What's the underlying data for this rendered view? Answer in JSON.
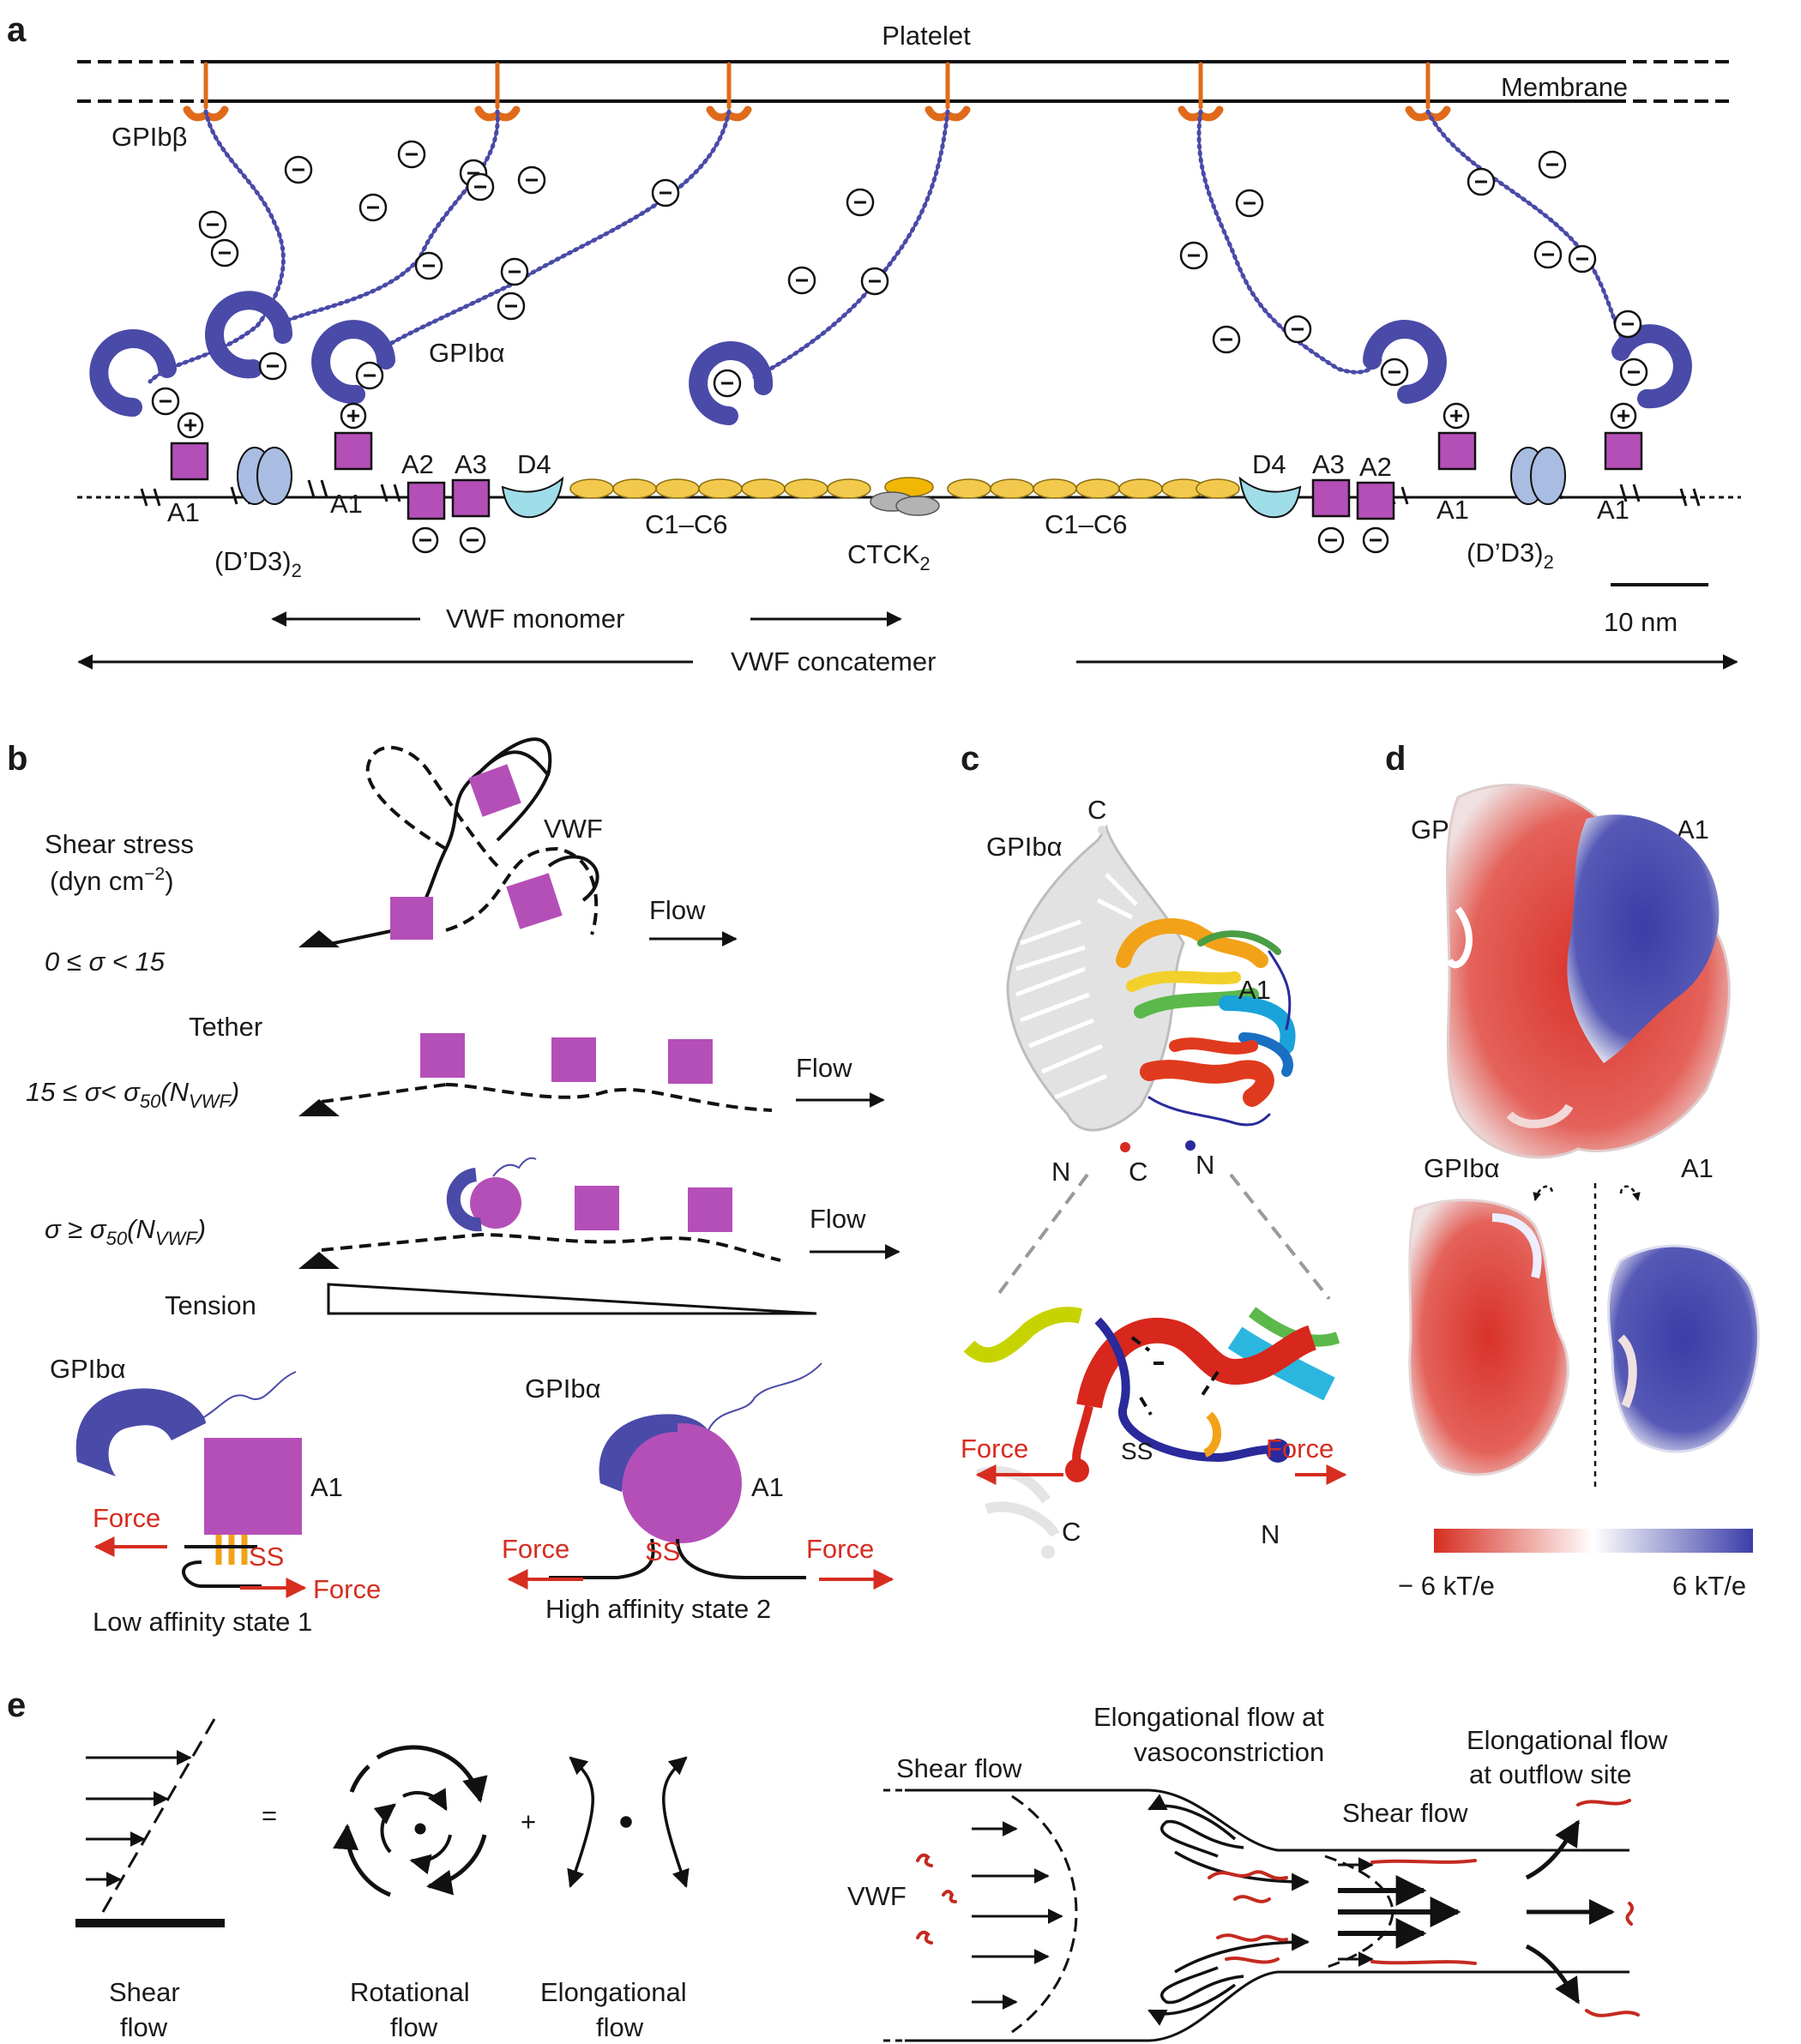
{
  "colors": {
    "gp_blue": "#4a4aa8",
    "vwf_magenta": "#b54fb8",
    "d_domain_blue": "#a9bde3",
    "d4_cyan": "#9fdde8",
    "c_domain_yellow": "#f2c94c",
    "ctck_grey": "#b3b3b3",
    "gpib_beta_orange": "#e06a1a",
    "force_red": "#d62d20",
    "disulfide_orange": "#f2a219",
    "negative_potential": "#d62d20",
    "positive_potential": "#3b3ea8"
  },
  "panel_a": {
    "letter": "a",
    "platelet": "Platelet",
    "membrane": "Membrane",
    "gpib_beta": "GPIbβ",
    "gpib_alpha": "GPIbα",
    "minus": "−",
    "plus": "+",
    "a1": "A1",
    "a2": "A2",
    "a3": "A3",
    "d4": "D4",
    "d3_dimer": "(D’D3)",
    "d3_sub": "2",
    "c1c6": "C1–C6",
    "ctck": "CTCK",
    "ctck_sub": "2",
    "scale": "10 nm",
    "vwf_monomer": "VWF monomer",
    "vwf_concatemer": "VWF concatemer"
  },
  "panel_b": {
    "letter": "b",
    "shear_title_1": "Shear stress",
    "shear_title_2": "(dyn cm",
    "shear_exp": "−2",
    "shear_close": ")",
    "vwf": "VWF",
    "flow": "Flow",
    "regime_1": "0 ≤ σ < 15",
    "tether": "Tether",
    "regime_2_pre": "15 ≤ σ< σ",
    "regime_2_sub": "50",
    "regime_2_post": "(N",
    "regime_2_vwf": "VWF",
    "regime_2_close": ")",
    "regime_3_pre": "σ ≥ σ",
    "regime_3_sub": "50",
    "regime_3_post": "(N",
    "regime_3_vwf": "VWF",
    "regime_3_close": ")",
    "tension": "Tension",
    "gpib_alpha": "GPIbα",
    "a1": "A1",
    "force": "Force",
    "ss": "SS",
    "state_1": "Low affinity state 1",
    "state_2": "High affinity state 2"
  },
  "panel_c": {
    "letter": "c",
    "gpib_alpha": "GPIbα",
    "a1": "A1",
    "c": "C",
    "n": "N",
    "ss": "SS",
    "force": "Force"
  },
  "panel_d": {
    "letter": "d",
    "gpib_alpha": "GPIbα",
    "a1": "A1",
    "scale_min": "− 6 kT/e",
    "scale_max": "6 kT/e"
  },
  "panel_e": {
    "letter": "e",
    "equals": "=",
    "plus": "+",
    "shear_1": "Shear",
    "shear_2": "flow",
    "rot_1": "Rotational",
    "rot_2": "flow",
    "elong_1": "Elongational",
    "elong_2": "flow",
    "shear_flow": "Shear flow",
    "vaso_1": "Elongational flow at",
    "vaso_2": "vasoconstriction",
    "outflow_1": "Elongational flow",
    "outflow_2": "at outflow site",
    "vwf": "VWF"
  }
}
